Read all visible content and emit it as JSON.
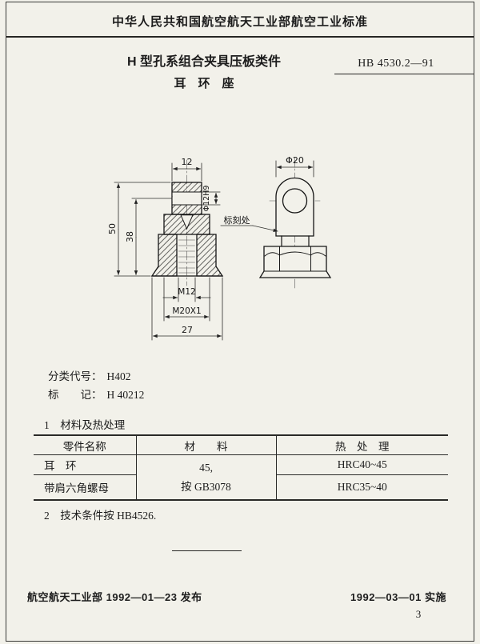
{
  "header": {
    "title": "中华人民共和国航空航天工业部航空工业标准",
    "doc_class": "H 型孔系组合夹具压板类件",
    "standard_no": "HB 4530.2—91",
    "part_name": "耳　环　座"
  },
  "drawing": {
    "dim_top_width": "12",
    "dim_hole": "Φ12H9",
    "dim_height_total": "50",
    "dim_height_hole": "38",
    "dim_thread_small": "M12",
    "dim_thread_large": "M20X1",
    "dim_base_width": "27",
    "dim_ear_dia": "Φ20",
    "note_marking": "标刻处"
  },
  "codes": {
    "class_label": "分类代号：",
    "class_value": "H402",
    "mark_label": "标　　记：",
    "mark_value": "H 40212"
  },
  "sections": {
    "s1": "1　材料及热处理",
    "s2": "2　技术条件按 HB4526."
  },
  "table": {
    "headers": [
      "零件名称",
      "材　　料",
      "热　处　理"
    ],
    "material": [
      "45,",
      "按 GB3078"
    ],
    "rows": [
      {
        "name": "耳　环",
        "heat": "HRC40~45"
      },
      {
        "name": "带肩六角螺母",
        "heat": "HRC35~40"
      }
    ]
  },
  "footer": {
    "issue": "航空航天工业部 1992—01—23 发布",
    "implement": "1992—03—01 实施",
    "page": "3"
  }
}
